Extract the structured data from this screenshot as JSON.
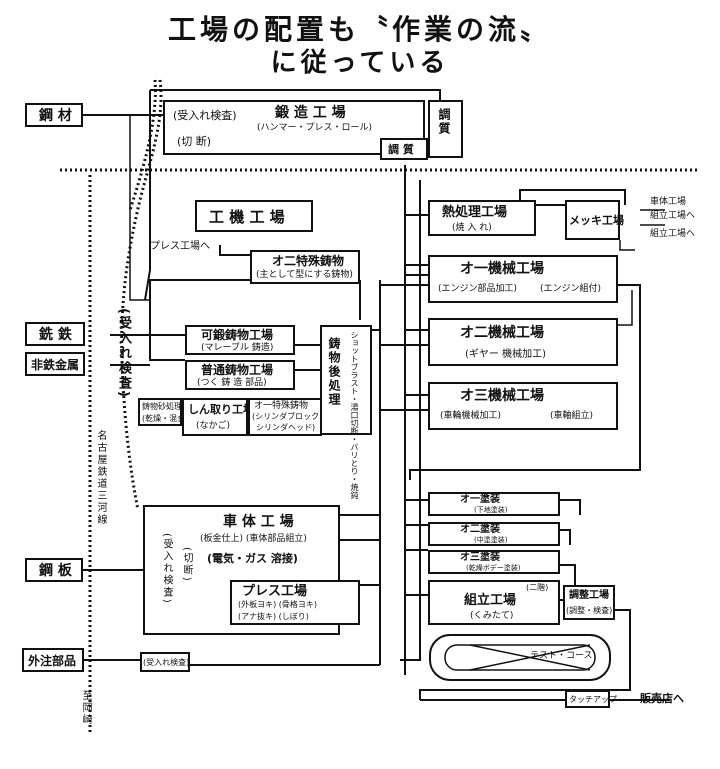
{
  "title": {
    "line1": "工場の配置も〝作業の流〟",
    "line2": "に従っている"
  },
  "inputs": {
    "kozai": "鋼 材",
    "sentetsu": "銑 鉄",
    "hitetsu": "非鉄金属",
    "kouhan": "鋼 板",
    "gaichu": "外注部品"
  },
  "forge": {
    "receive": "(受入れ検査)",
    "cut": "(切 断)",
    "name": "鍛 造 工 場",
    "sub": "(ハンマー・プレス・ロール)",
    "chosho": "調 質",
    "chosho_v": "調質"
  },
  "machine_tool": "工 機 工 場",
  "press_to": "プレス工場へ",
  "special_cast": {
    "name": "オ二特殊鋳物",
    "sub": "(主として型にする鋳物)"
  },
  "ukeire_kensa_v": "(受入れ検査)",
  "malleable": {
    "name": "可鍛鋳物工場",
    "sub": "(マレーブル 鋳造)"
  },
  "common_cast": {
    "name": "普通鋳物工場",
    "sub": "(つく 鋳 造 部品)"
  },
  "sand": {
    "line1": "鋳物砂処理場",
    "line2": "(乾燥・混合)"
  },
  "core": {
    "name": "しん取り工場",
    "sub": "(なかご)"
  },
  "special1": {
    "name": "オ一特殊鋳物",
    "sub1": "(シリンダブロック",
    "sub2": "シリンダヘッド)"
  },
  "after_treat": "鋳物後処理",
  "after_detail": "ショットブラスト・湯口切断・バリとり・焼鈍",
  "heat": {
    "name": "熱処理工場",
    "sub": "(焼 入 れ)"
  },
  "plating": "メッキ工場",
  "plating_to1": "車体工場",
  "plating_to2": "組立工場へ",
  "assembly_to": "組立工場へ",
  "m1": {
    "name": "オ一機械工場",
    "sub1": "(エンジン部品加工)",
    "sub2": "(エンジン組付)"
  },
  "m2": {
    "name": "オ二機械工場",
    "sub": "(ギヤー 機械加工)"
  },
  "m3": {
    "name": "オ三機械工場",
    "sub1": "(車輪機械加工)",
    "sub2": "(車軸組立)"
  },
  "rail_label": "名古屋鉄道三河線",
  "to_label": "至岡崎",
  "body": {
    "name": "車 体 工 場",
    "sub": "(板金仕上) (車体部品組立)",
    "weld": "(電気・ガス 溶接)",
    "receive_v": "(受入れ検査)",
    "cut_v": "(切断)"
  },
  "press": {
    "name": "プレス工場",
    "sub1": "(外板ヨキ) (骨格ヨキ)",
    "sub2": "(アナ抜キ) (しぼり)"
  },
  "paint1": {
    "name": "オ一塗装",
    "sub": "(下地塗装)"
  },
  "paint2": {
    "name": "オ二塗装",
    "sub": "(中塗塗装)"
  },
  "paint3": {
    "name": "オ三塗装",
    "sub": "(乾燥ボデー塗装)"
  },
  "assembly": {
    "name": "組立工場",
    "sub": "(くみたて)",
    "line2": "(二階)"
  },
  "adjust": {
    "name": "調整工場",
    "sub": "(調整・検査)"
  },
  "test_course": "テスト・コース",
  "touchup": "タッチアップ",
  "sales": "販売店へ",
  "gaichu_receive": "(受入れ検査)"
}
